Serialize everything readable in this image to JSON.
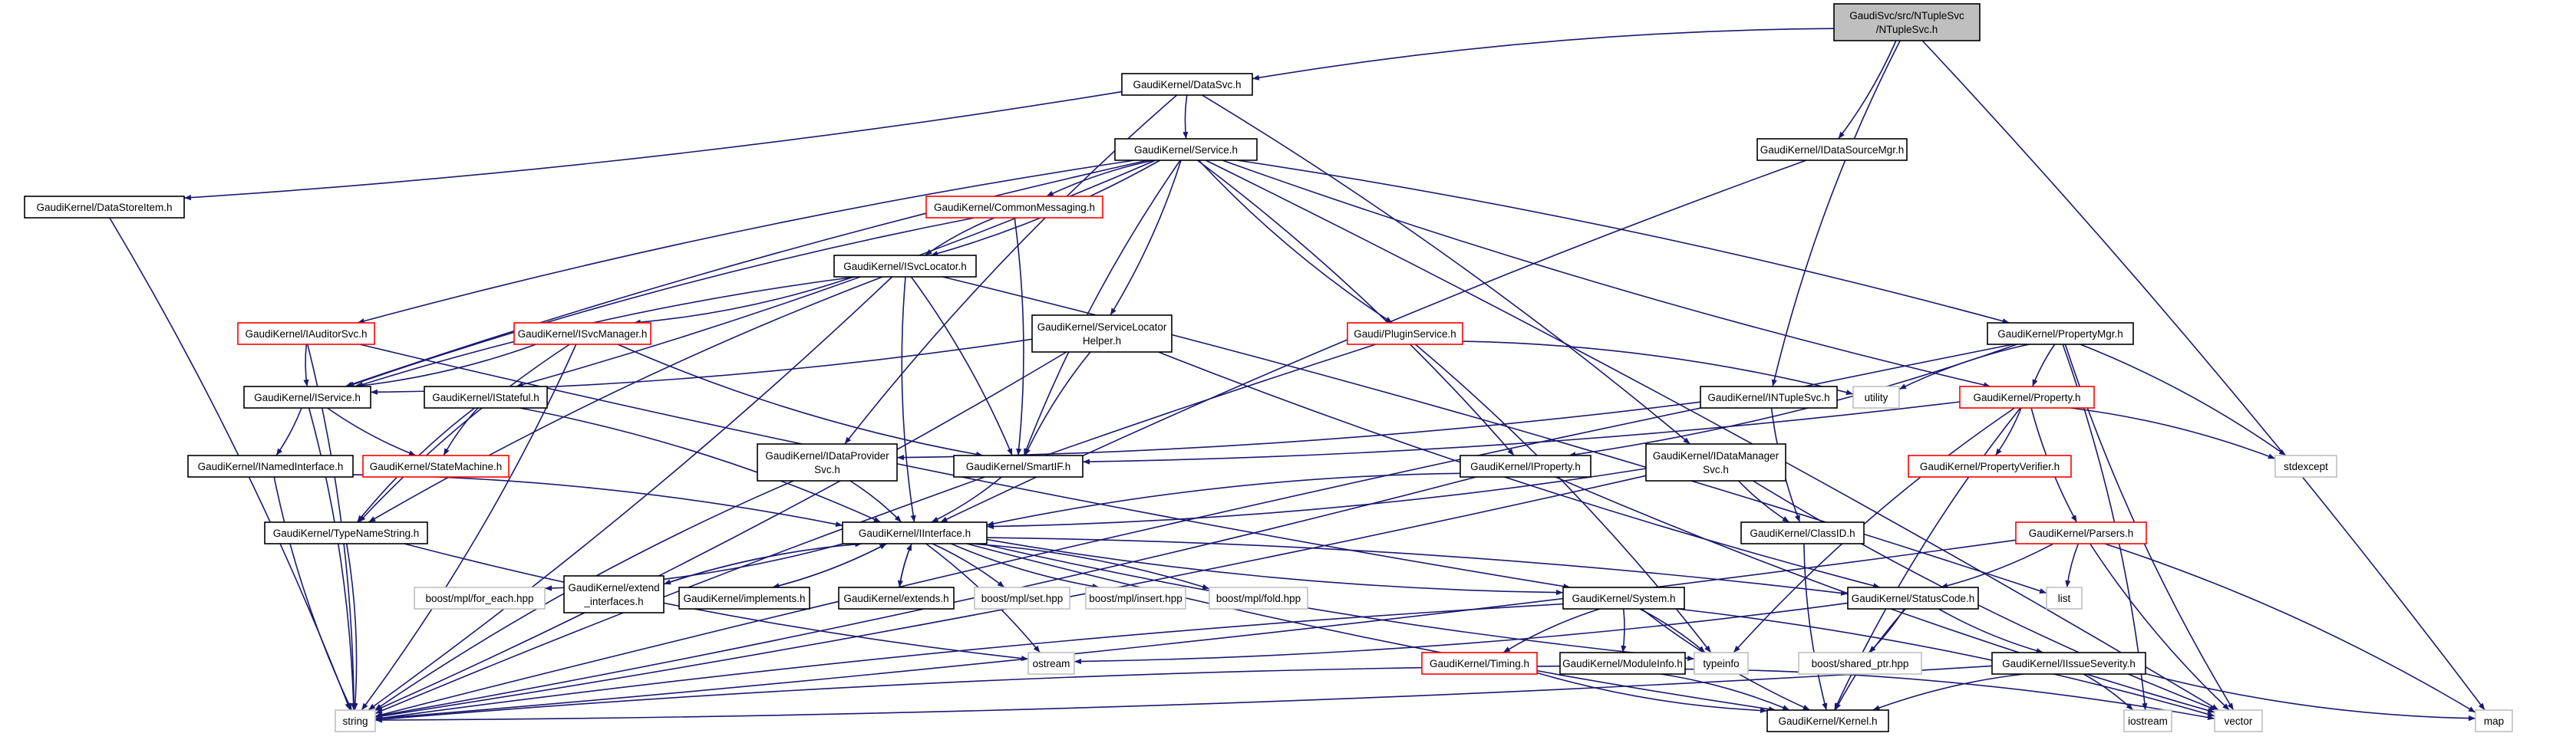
{
  "colors": {
    "edge": "#191970",
    "border_default": "#000000",
    "border_missing": "#ff0000",
    "border_system": "#bfbfbf",
    "fill_root": "#bfbfbf",
    "fill_default": "#ffffff",
    "text_default": "#000000",
    "text_system": "#000000"
  },
  "nodes": {
    "ntuplesvc": {
      "lines": [
        "GaudiSvc/src/NTupleSvc",
        "/NTupleSvc.h"
      ],
      "kind": "root"
    },
    "datasvc": {
      "lines": [
        "GaudiKernel/DataSvc.h"
      ],
      "kind": "default"
    },
    "service": {
      "lines": [
        "GaudiKernel/Service.h"
      ],
      "kind": "default"
    },
    "idatasourcemgr": {
      "lines": [
        "GaudiKernel/IDataSourceMgr.h"
      ],
      "kind": "default"
    },
    "datastoreitem": {
      "lines": [
        "GaudiKernel/DataStoreItem.h"
      ],
      "kind": "default"
    },
    "commonmessaging": {
      "lines": [
        "GaudiKernel/CommonMessaging.h"
      ],
      "kind": "missing"
    },
    "isvclocator": {
      "lines": [
        "GaudiKernel/ISvcLocator.h"
      ],
      "kind": "default"
    },
    "iauditorsvc": {
      "lines": [
        "GaudiKernel/IAuditorSvc.h"
      ],
      "kind": "missing"
    },
    "isvcmanager": {
      "lines": [
        "GaudiKernel/ISvcManager.h"
      ],
      "kind": "missing"
    },
    "servicelocatorhelper": {
      "lines": [
        "GaudiKernel/ServiceLocator",
        "Helper.h"
      ],
      "kind": "default"
    },
    "pluginservice": {
      "lines": [
        "Gaudi/PluginService.h"
      ],
      "kind": "missing"
    },
    "propertymgr": {
      "lines": [
        "GaudiKernel/PropertyMgr.h"
      ],
      "kind": "default"
    },
    "iservice": {
      "lines": [
        "GaudiKernel/IService.h"
      ],
      "kind": "default"
    },
    "istateful": {
      "lines": [
        "GaudiKernel/IStateful.h"
      ],
      "kind": "default"
    },
    "intuplesvc": {
      "lines": [
        "GaudiKernel/INTupleSvc.h"
      ],
      "kind": "default"
    },
    "property": {
      "lines": [
        "GaudiKernel/Property.h"
      ],
      "kind": "missing"
    },
    "inamedinterface": {
      "lines": [
        "GaudiKernel/INamedInterface.h"
      ],
      "kind": "default"
    },
    "statemachine": {
      "lines": [
        "GaudiKernel/StateMachine.h"
      ],
      "kind": "missing"
    },
    "idataprovidersvc": {
      "lines": [
        "GaudiKernel/IDataProvider",
        "Svc.h"
      ],
      "kind": "default"
    },
    "smartif": {
      "lines": [
        "GaudiKernel/SmartIF.h"
      ],
      "kind": "default"
    },
    "iproperty": {
      "lines": [
        "GaudiKernel/IProperty.h"
      ],
      "kind": "default"
    },
    "idatamanagersvc": {
      "lines": [
        "GaudiKernel/IDataManager",
        "Svc.h"
      ],
      "kind": "default"
    },
    "propertyverifier": {
      "lines": [
        "GaudiKernel/PropertyVerifier.h"
      ],
      "kind": "missing"
    },
    "utility": {
      "lines": [
        "utility"
      ],
      "kind": "system"
    },
    "stdexcept": {
      "lines": [
        "stdexcept"
      ],
      "kind": "system"
    },
    "typenamestring": {
      "lines": [
        "GaudiKernel/TypeNameString.h"
      ],
      "kind": "default"
    },
    "iinterface": {
      "lines": [
        "GaudiKernel/IInterface.h"
      ],
      "kind": "default"
    },
    "classid": {
      "lines": [
        "GaudiKernel/ClassID.h"
      ],
      "kind": "default"
    },
    "parsers": {
      "lines": [
        "GaudiKernel/Parsers.h"
      ],
      "kind": "missing"
    },
    "list": {
      "lines": [
        "list"
      ],
      "kind": "system"
    },
    "foreach": {
      "lines": [
        "boost/mpl/for_each.hpp"
      ],
      "kind": "system"
    },
    "extendinterfaces": {
      "lines": [
        "GaudiKernel/extend",
        "_interfaces.h"
      ],
      "kind": "default"
    },
    "implements": {
      "lines": [
        "GaudiKernel/implements.h"
      ],
      "kind": "default"
    },
    "extends": {
      "lines": [
        "GaudiKernel/extends.h"
      ],
      "kind": "default"
    },
    "mplset": {
      "lines": [
        "boost/mpl/set.hpp"
      ],
      "kind": "system"
    },
    "mplinsert": {
      "lines": [
        "boost/mpl/insert.hpp"
      ],
      "kind": "system"
    },
    "mplfold": {
      "lines": [
        "boost/mpl/fold.hpp"
      ],
      "kind": "system"
    },
    "system": {
      "lines": [
        "GaudiKernel/System.h"
      ],
      "kind": "default"
    },
    "statuscode": {
      "lines": [
        "GaudiKernel/StatusCode.h"
      ],
      "kind": "default"
    },
    "ostream": {
      "lines": [
        "ostream"
      ],
      "kind": "system"
    },
    "timing": {
      "lines": [
        "GaudiKernel/Timing.h"
      ],
      "kind": "missing"
    },
    "moduleinfo": {
      "lines": [
        "GaudiKernel/ModuleInfo.h"
      ],
      "kind": "default"
    },
    "typeinfo": {
      "lines": [
        "typeinfo"
      ],
      "kind": "system"
    },
    "sharedptr": {
      "lines": [
        "boost/shared_ptr.hpp"
      ],
      "kind": "system"
    },
    "iissueseverity": {
      "lines": [
        "GaudiKernel/IIssueSeverity.h"
      ],
      "kind": "default"
    },
    "string": {
      "lines": [
        "string"
      ],
      "kind": "system"
    },
    "kernel": {
      "lines": [
        "GaudiKernel/Kernel.h"
      ],
      "kind": "default"
    },
    "iostream": {
      "lines": [
        "iostream"
      ],
      "kind": "system"
    },
    "vector": {
      "lines": [
        "vector"
      ],
      "kind": "system"
    },
    "map": {
      "lines": [
        "map"
      ],
      "kind": "system"
    }
  },
  "edges": [
    [
      "ntuplesvc",
      "datasvc"
    ],
    [
      "ntuplesvc",
      "idatasourcemgr"
    ],
    [
      "ntuplesvc",
      "intuplesvc"
    ],
    [
      "ntuplesvc",
      "map"
    ],
    [
      "datasvc",
      "service"
    ],
    [
      "datasvc",
      "datastoreitem"
    ],
    [
      "datasvc",
      "idataprovidersvc"
    ],
    [
      "datasvc",
      "idatamanagersvc"
    ],
    [
      "service",
      "commonmessaging"
    ],
    [
      "service",
      "isvclocator"
    ],
    [
      "service",
      "iauditorsvc"
    ],
    [
      "service",
      "istateful"
    ],
    [
      "service",
      "iservice"
    ],
    [
      "service",
      "servicelocatorhelper"
    ],
    [
      "service",
      "pluginservice"
    ],
    [
      "service",
      "propertymgr"
    ],
    [
      "service",
      "property"
    ],
    [
      "service",
      "iproperty"
    ],
    [
      "service",
      "smartif"
    ],
    [
      "service",
      "vector"
    ],
    [
      "idatasourcemgr",
      "iinterface"
    ],
    [
      "datastoreitem",
      "string"
    ],
    [
      "commonmessaging",
      "isvclocator"
    ],
    [
      "commonmessaging",
      "smartif"
    ],
    [
      "commonmessaging",
      "iservice"
    ],
    [
      "isvclocator",
      "isvcmanager"
    ],
    [
      "isvclocator",
      "iservice"
    ],
    [
      "isvclocator",
      "smartif"
    ],
    [
      "isvclocator",
      "iinterface"
    ],
    [
      "isvclocator",
      "string"
    ],
    [
      "isvclocator",
      "typenamestring"
    ],
    [
      "isvclocator",
      "list"
    ],
    [
      "iauditorsvc",
      "iservice"
    ],
    [
      "iauditorsvc",
      "string"
    ],
    [
      "iauditorsvc",
      "system"
    ],
    [
      "isvcmanager",
      "iservice"
    ],
    [
      "isvcmanager",
      "smartif"
    ],
    [
      "isvcmanager",
      "string"
    ],
    [
      "isvcmanager",
      "typenamestring"
    ],
    [
      "servicelocatorhelper",
      "iservice"
    ],
    [
      "servicelocatorhelper",
      "smartif"
    ],
    [
      "servicelocatorhelper",
      "string"
    ],
    [
      "servicelocatorhelper",
      "statuscode"
    ],
    [
      "pluginservice",
      "utility"
    ],
    [
      "pluginservice",
      "string"
    ],
    [
      "pluginservice",
      "typeinfo"
    ],
    [
      "propertymgr",
      "property"
    ],
    [
      "propertymgr",
      "iproperty"
    ],
    [
      "propertymgr",
      "utility"
    ],
    [
      "propertymgr",
      "stdexcept"
    ],
    [
      "propertymgr",
      "vector"
    ],
    [
      "propertymgr",
      "iostream"
    ],
    [
      "propertymgr",
      "string"
    ],
    [
      "iservice",
      "inamedinterface"
    ],
    [
      "iservice",
      "statemachine"
    ],
    [
      "iservice",
      "string"
    ],
    [
      "istateful",
      "statemachine"
    ],
    [
      "istateful",
      "iinterface"
    ],
    [
      "istateful",
      "typenamestring"
    ],
    [
      "intuplesvc",
      "idataprovidersvc"
    ],
    [
      "intuplesvc",
      "classid"
    ],
    [
      "property",
      "propertyverifier"
    ],
    [
      "property",
      "parsers"
    ],
    [
      "property",
      "stdexcept"
    ],
    [
      "property",
      "typeinfo"
    ],
    [
      "property",
      "smartif"
    ],
    [
      "property",
      "kernel"
    ],
    [
      "inamedinterface",
      "iinterface"
    ],
    [
      "inamedinterface",
      "string"
    ],
    [
      "idataprovidersvc",
      "iinterface"
    ],
    [
      "idataprovidersvc",
      "string"
    ],
    [
      "smartif",
      "iinterface"
    ],
    [
      "iproperty",
      "iinterface"
    ],
    [
      "iproperty",
      "string"
    ],
    [
      "iproperty",
      "vector"
    ],
    [
      "idatamanagersvc",
      "iinterface"
    ],
    [
      "idatamanagersvc",
      "classid"
    ],
    [
      "idatamanagersvc",
      "string"
    ],
    [
      "idatamanagersvc",
      "vector"
    ],
    [
      "typenamestring",
      "string"
    ],
    [
      "typenamestring",
      "ostream"
    ],
    [
      "iinterface",
      "foreach"
    ],
    [
      "iinterface",
      "extendinterfaces"
    ],
    [
      "iinterface",
      "implements"
    ],
    [
      "iinterface",
      "extends"
    ],
    [
      "iinterface",
      "mplset"
    ],
    [
      "iinterface",
      "mplinsert"
    ],
    [
      "iinterface",
      "mplfold"
    ],
    [
      "iinterface",
      "system"
    ],
    [
      "iinterface",
      "statuscode"
    ],
    [
      "iinterface",
      "typeinfo"
    ],
    [
      "iinterface",
      "ostream"
    ],
    [
      "iinterface",
      "kernel"
    ],
    [
      "extendinterfaces",
      "iinterface"
    ],
    [
      "implements",
      "iinterface"
    ],
    [
      "extends",
      "iinterface"
    ],
    [
      "classid",
      "kernel"
    ],
    [
      "parsers",
      "statuscode"
    ],
    [
      "parsers",
      "list"
    ],
    [
      "parsers",
      "map"
    ],
    [
      "parsers",
      "vector"
    ],
    [
      "parsers",
      "string"
    ],
    [
      "system",
      "timing"
    ],
    [
      "system",
      "moduleinfo"
    ],
    [
      "system",
      "kernel"
    ],
    [
      "system",
      "typeinfo"
    ],
    [
      "system",
      "string"
    ],
    [
      "system",
      "vector"
    ],
    [
      "statuscode",
      "kernel"
    ],
    [
      "statuscode",
      "sharedptr"
    ],
    [
      "statuscode",
      "iissueseverity"
    ],
    [
      "statuscode",
      "ostream"
    ],
    [
      "timing",
      "kernel"
    ],
    [
      "moduleinfo",
      "kernel"
    ],
    [
      "moduleinfo",
      "string"
    ],
    [
      "moduleinfo",
      "vector"
    ],
    [
      "iissueseverity",
      "kernel"
    ],
    [
      "iissueseverity",
      "string"
    ],
    [
      "iissueseverity",
      "map"
    ],
    [
      "iissueseverity",
      "iostream"
    ]
  ]
}
